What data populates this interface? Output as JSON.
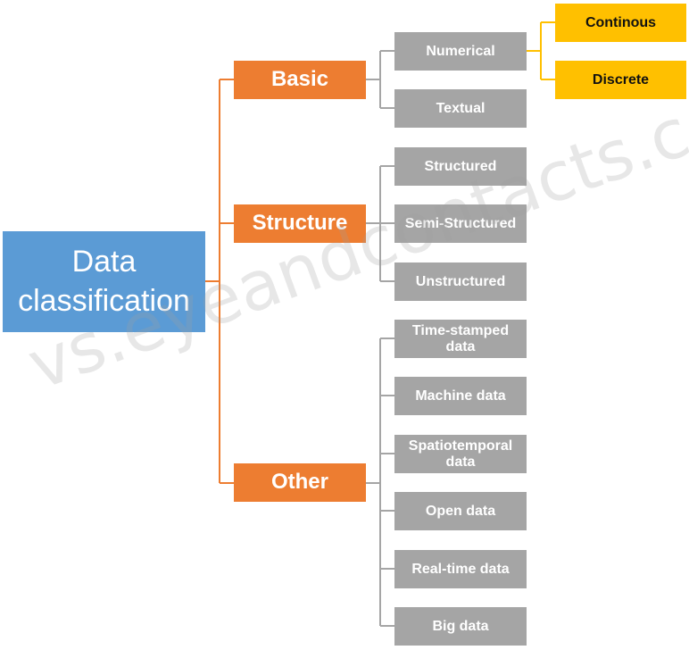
{
  "colors": {
    "root": "#5b9bd5",
    "category": "#ed7d31",
    "leaf": "#a5a5a5",
    "subleaf": "#ffc000",
    "connector_orange": "#ed7d31",
    "connector_gray": "#a5a5a5",
    "connector_yellow": "#ffc000"
  },
  "root": {
    "line1": "Data",
    "line2": "classification"
  },
  "categories": [
    {
      "id": "basic",
      "label": "Basic",
      "children": [
        {
          "id": "numerical",
          "label": "Numerical",
          "children": [
            {
              "id": "continous",
              "label": "Continous"
            },
            {
              "id": "discrete",
              "label": "Discrete"
            }
          ]
        },
        {
          "id": "textual",
          "label": "Textual"
        }
      ]
    },
    {
      "id": "structure",
      "label": "Structure",
      "children": [
        {
          "id": "structured",
          "label": "Structured"
        },
        {
          "id": "semi-structured",
          "label": "Semi-Structured"
        },
        {
          "id": "unstructured",
          "label": "Unstructured"
        }
      ]
    },
    {
      "id": "other",
      "label": "Other",
      "children": [
        {
          "id": "time-stamped",
          "label": "Time-stamped data"
        },
        {
          "id": "machine",
          "label": "Machine data"
        },
        {
          "id": "spatiotemporal",
          "label": "Spatiotemporal data"
        },
        {
          "id": "open",
          "label": "Open data"
        },
        {
          "id": "real-time",
          "label": "Real-time data"
        },
        {
          "id": "big",
          "label": "Big data"
        }
      ]
    }
  ],
  "watermark": "vs.eyeandcontacts.com"
}
